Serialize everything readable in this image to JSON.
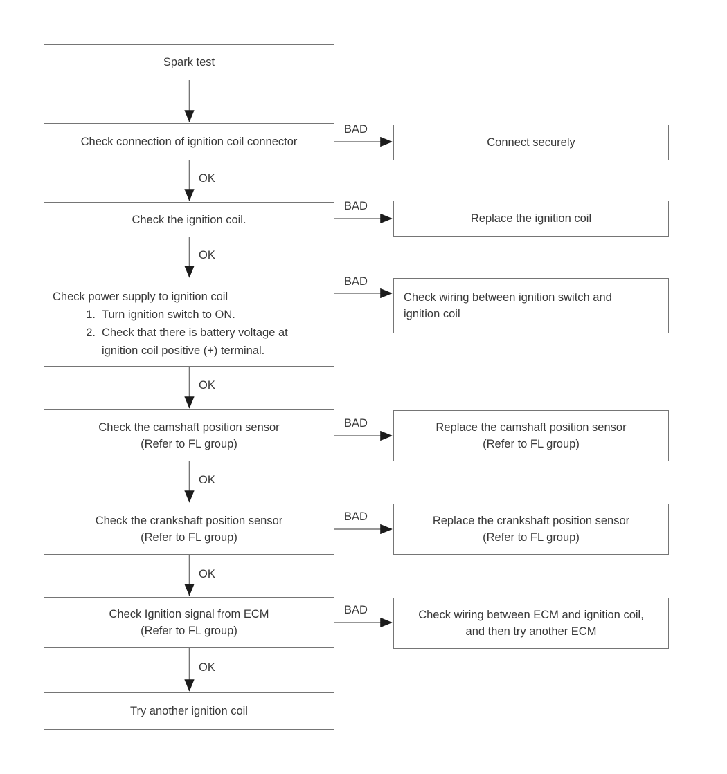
{
  "labels": {
    "ok": "OK",
    "bad": "BAD"
  },
  "colors": {
    "background": "#ffffff",
    "box_border": "#757575",
    "connector_line": "#757575",
    "arrowhead": "#1c1c1c",
    "text": "#383838"
  },
  "flow": {
    "left": [
      {
        "line1": "Spark test"
      },
      {
        "line1": "Check connection of ignition coil connector"
      },
      {
        "line1": "Check the ignition coil."
      },
      {
        "line1": "Check power supply to ignition coil",
        "num1": "1.",
        "item1": "Turn ignition switch to ON.",
        "num2": "2.",
        "item2a": "Check that there is battery voltage at",
        "item2b": "ignition coil positive (+) terminal."
      },
      {
        "line1": "Check the camshaft position sensor",
        "line2": "(Refer to FL group)"
      },
      {
        "line1": "Check the crankshaft position sensor",
        "line2": "(Refer to FL group)"
      },
      {
        "line1": "Check Ignition signal from ECM",
        "line2": "(Refer to FL group)"
      },
      {
        "line1": "Try another ignition coil"
      }
    ],
    "right": [
      {
        "line1": "Connect securely"
      },
      {
        "line1": "Replace the ignition coil"
      },
      {
        "line1": "Check wiring between ignition switch and",
        "line2": "ignition coil"
      },
      {
        "line1": "Replace the camshaft position sensor",
        "line2": "(Refer to FL group)"
      },
      {
        "line1": "Replace the crankshaft position sensor",
        "line2": "(Refer to FL group)"
      },
      {
        "line1": "Check wiring between ECM and ignition coil,",
        "line2": "and then try another ECM"
      }
    ]
  }
}
